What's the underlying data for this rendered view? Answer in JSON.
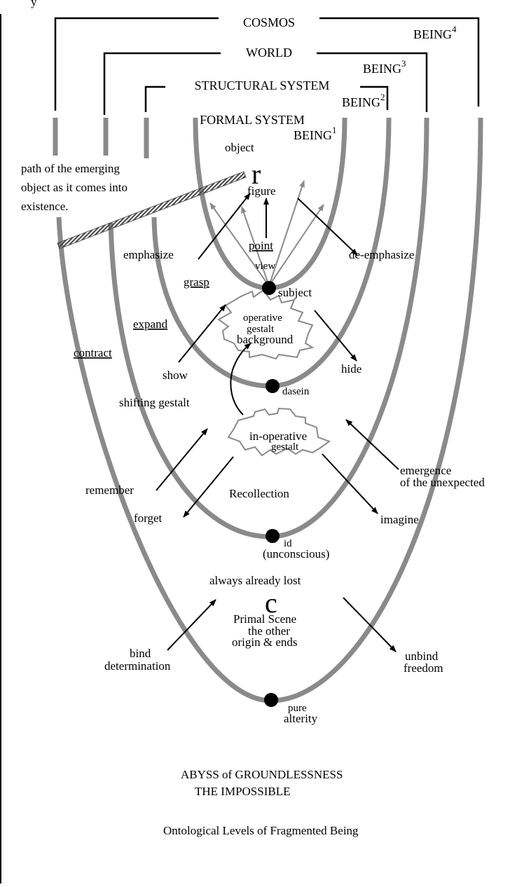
{
  "header_caption": "y",
  "levels": {
    "cosmos": "COSMOS",
    "world": "WORLD",
    "structural_system": "STRUCTURAL SYSTEM",
    "formal_system": "FORMAL SYSTEM"
  },
  "being": {
    "word": "BEING",
    "b1": "1",
    "b2": "2",
    "b3": "3",
    "b4": "4"
  },
  "labels": {
    "object": "object",
    "r": "r",
    "figure": "figure",
    "path_line1": "path  of  the  emerging",
    "path_line2": "object as it comes into",
    "path_line3": "existence.",
    "emphasize": "emphasize",
    "point": "point",
    "view": "view",
    "de_emphasize": "de-emphasize",
    "grasp": "grasp",
    "subject": "subject",
    "expand": "expand",
    "operative_1": "operative",
    "operative_2": "gestalt",
    "operative_3": "background",
    "contract": "contract",
    "show": "show",
    "hide": "hide",
    "dasein": "dasein",
    "shifting_gestalt": "shifting gestalt",
    "inoperative_1": "in-operative",
    "inoperative_2": "gestalt",
    "emergence_1": "emergence",
    "emergence_2": "of the unexpected",
    "remember": "remember",
    "recollection": "Recollection",
    "forget": "forget",
    "imagine": "imagine",
    "id": "id",
    "unconscious": "(unconscious)",
    "always_lost": "always already  lost",
    "c": "c",
    "primal_1": "Primal Scene",
    "primal_2": "the other",
    "primal_3": "origin & ends",
    "bind": "bind",
    "determination": "determination",
    "pure": "pure",
    "alterity": "alterity",
    "unbind": "unbind",
    "freedom": "freedom",
    "abyss": "ABYSS of GROUNDLESSNESS",
    "impossible": "THE IMPOSSIBLE",
    "caption": "Ontological Levels of Fragmented  Being"
  },
  "colors": {
    "curve": "#8a8a8a",
    "line": "#000000",
    "cloud": "#8a8a8a",
    "hatch": "#555555"
  }
}
